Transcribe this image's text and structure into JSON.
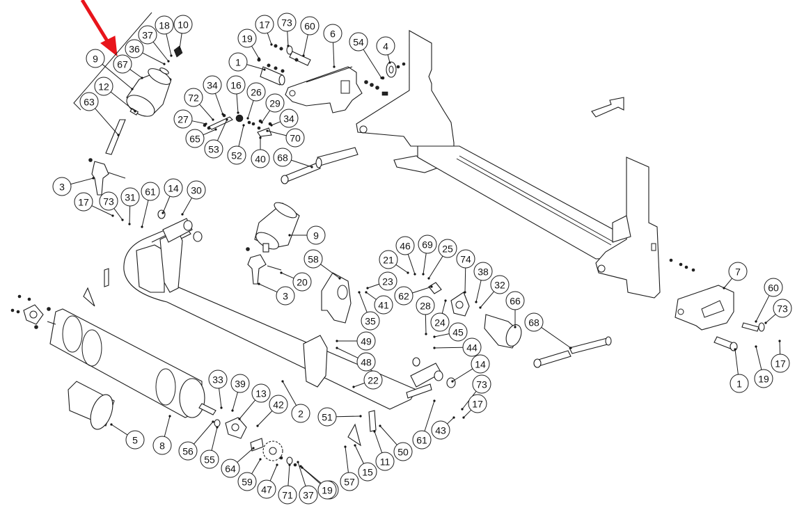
{
  "diagram": {
    "title": "Exploded parts diagram",
    "highlight": {
      "color": "#e8141b",
      "points_to_callout": "67"
    },
    "direction_arrow": "travel-direction-arrow",
    "callouts": [
      {
        "id": "c10",
        "label": "10"
      },
      {
        "id": "c18",
        "label": "18"
      },
      {
        "id": "c37a",
        "label": "37"
      },
      {
        "id": "c36",
        "label": "36"
      },
      {
        "id": "c9a",
        "label": "9"
      },
      {
        "id": "c67",
        "label": "67"
      },
      {
        "id": "c12",
        "label": "12"
      },
      {
        "id": "c63",
        "label": "63"
      },
      {
        "id": "c3a",
        "label": "3"
      },
      {
        "id": "c17a",
        "label": "17"
      },
      {
        "id": "c73a",
        "label": "73"
      },
      {
        "id": "c31",
        "label": "31"
      },
      {
        "id": "c61a",
        "label": "61"
      },
      {
        "id": "c14a",
        "label": "14"
      },
      {
        "id": "c30",
        "label": "30"
      },
      {
        "id": "c72",
        "label": "72"
      },
      {
        "id": "c34a",
        "label": "34"
      },
      {
        "id": "c16",
        "label": "16"
      },
      {
        "id": "c26",
        "label": "26"
      },
      {
        "id": "c29",
        "label": "29"
      },
      {
        "id": "c34b",
        "label": "34"
      },
      {
        "id": "c27",
        "label": "27"
      },
      {
        "id": "c65",
        "label": "65"
      },
      {
        "id": "c53",
        "label": "53"
      },
      {
        "id": "c52",
        "label": "52"
      },
      {
        "id": "c40",
        "label": "40"
      },
      {
        "id": "c70",
        "label": "70"
      },
      {
        "id": "c68a",
        "label": "68"
      },
      {
        "id": "c17b",
        "label": "17"
      },
      {
        "id": "c73b",
        "label": "73"
      },
      {
        "id": "c60a",
        "label": "60"
      },
      {
        "id": "c6",
        "label": "6"
      },
      {
        "id": "c19a",
        "label": "19"
      },
      {
        "id": "c1a",
        "label": "1"
      },
      {
        "id": "c54",
        "label": "54"
      },
      {
        "id": "c4",
        "label": "4"
      },
      {
        "id": "c9b",
        "label": "9"
      },
      {
        "id": "c3b",
        "label": "3"
      },
      {
        "id": "c20",
        "label": "20"
      },
      {
        "id": "c58",
        "label": "58"
      },
      {
        "id": "c23",
        "label": "23"
      },
      {
        "id": "c41",
        "label": "41"
      },
      {
        "id": "c35",
        "label": "35"
      },
      {
        "id": "c21",
        "label": "21"
      },
      {
        "id": "c46",
        "label": "46"
      },
      {
        "id": "c69",
        "label": "69"
      },
      {
        "id": "c25",
        "label": "25"
      },
      {
        "id": "c62",
        "label": "62"
      },
      {
        "id": "c74",
        "label": "74"
      },
      {
        "id": "c38",
        "label": "38"
      },
      {
        "id": "c32",
        "label": "32"
      },
      {
        "id": "c66",
        "label": "66"
      },
      {
        "id": "c28",
        "label": "28"
      },
      {
        "id": "c24",
        "label": "24"
      },
      {
        "id": "c45",
        "label": "45"
      },
      {
        "id": "c44",
        "label": "44"
      },
      {
        "id": "c49",
        "label": "49"
      },
      {
        "id": "c48",
        "label": "48"
      },
      {
        "id": "c22",
        "label": "22"
      },
      {
        "id": "c14b",
        "label": "14"
      },
      {
        "id": "c73c",
        "label": "73"
      },
      {
        "id": "c17c",
        "label": "17"
      },
      {
        "id": "c43",
        "label": "43"
      },
      {
        "id": "c61b",
        "label": "61"
      },
      {
        "id": "c2",
        "label": "2"
      },
      {
        "id": "c51",
        "label": "51"
      },
      {
        "id": "c50",
        "label": "50"
      },
      {
        "id": "c11",
        "label": "11"
      },
      {
        "id": "c15",
        "label": "15"
      },
      {
        "id": "c57",
        "label": "57"
      },
      {
        "id": "c19b",
        "label": "19"
      },
      {
        "id": "c33",
        "label": "33"
      },
      {
        "id": "c39",
        "label": "39"
      },
      {
        "id": "c13",
        "label": "13"
      },
      {
        "id": "c42",
        "label": "42"
      },
      {
        "id": "c5",
        "label": "5"
      },
      {
        "id": "c8",
        "label": "8"
      },
      {
        "id": "c56",
        "label": "56"
      },
      {
        "id": "c55",
        "label": "55"
      },
      {
        "id": "c64",
        "label": "64"
      },
      {
        "id": "c59",
        "label": "59"
      },
      {
        "id": "c47",
        "label": "47"
      },
      {
        "id": "c71",
        "label": "71"
      },
      {
        "id": "c37b",
        "label": "37"
      },
      {
        "id": "c19c",
        "label": "19"
      },
      {
        "id": "c68b",
        "label": "68"
      },
      {
        "id": "c7",
        "label": "7"
      },
      {
        "id": "c60b",
        "label": "60"
      },
      {
        "id": "c73d",
        "label": "73"
      },
      {
        "id": "c17d",
        "label": "17"
      },
      {
        "id": "c1b",
        "label": "1"
      },
      {
        "id": "c19d",
        "label": "19"
      }
    ]
  }
}
